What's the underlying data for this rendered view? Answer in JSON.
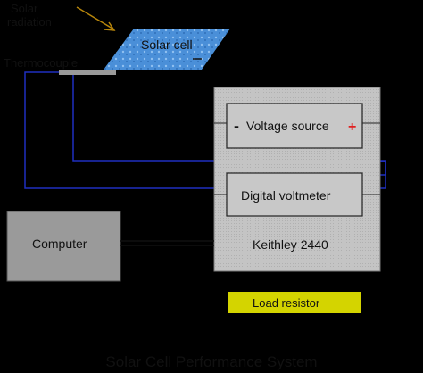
{
  "labels": {
    "solar_radiation_line1": "Solar",
    "solar_radiation_line2": "radiation",
    "solar_cell": "Solar cell",
    "thermocouple": "Thermocouple",
    "voltage_source": "Voltage source",
    "voltage_minus": "-",
    "voltage_plus": "+",
    "digital_voltmeter": "Digital voltmeter",
    "computer": "Computer",
    "instrument": "Keithley 2440",
    "load_resistor": "Load resistor",
    "caption": "Solar Cell Performance System"
  },
  "colors": {
    "background": "#000000",
    "wire": "#1f2fbf",
    "arrow": "#b8860b",
    "instrument_body": "#c0c0c0",
    "computer_body": "#9a9a9a",
    "solar_cell": "#4a8fd8",
    "load_resistor": "#d4d400",
    "plus_sign": "#e02020"
  }
}
